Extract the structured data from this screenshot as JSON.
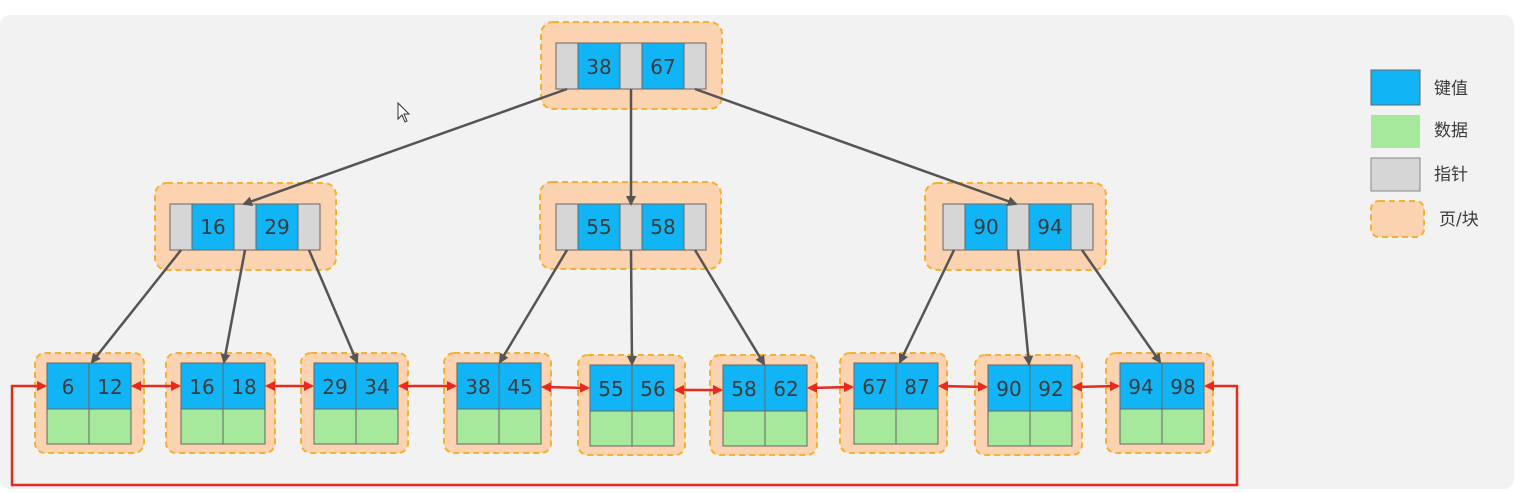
{
  "colors": {
    "key": "#11b5f5",
    "data": "#a7e99c",
    "pointer": "#d6d6d6",
    "page": "#fcd3b0",
    "page_border": "#f5b134",
    "arrow": "#555555",
    "link": "#e8291c",
    "text": "#3a3a3a"
  },
  "tree": {
    "root": {
      "keys": [
        "38",
        "67"
      ]
    },
    "internal": [
      {
        "keys": [
          "16",
          "29"
        ]
      },
      {
        "keys": [
          "55",
          "58"
        ]
      },
      {
        "keys": [
          "90",
          "94"
        ]
      }
    ],
    "leaves": [
      {
        "keys": [
          "6",
          "12"
        ]
      },
      {
        "keys": [
          "16",
          "18"
        ]
      },
      {
        "keys": [
          "29",
          "34"
        ]
      },
      {
        "keys": [
          "38",
          "45"
        ]
      },
      {
        "keys": [
          "55",
          "56"
        ]
      },
      {
        "keys": [
          "58",
          "62"
        ]
      },
      {
        "keys": [
          "67",
          "87"
        ]
      },
      {
        "keys": [
          "90",
          "92"
        ]
      },
      {
        "keys": [
          "94",
          "98"
        ]
      }
    ]
  },
  "legend": {
    "key_label": "键值",
    "data_label": "数据",
    "pointer_label": "指针",
    "page_label": "页/块"
  }
}
